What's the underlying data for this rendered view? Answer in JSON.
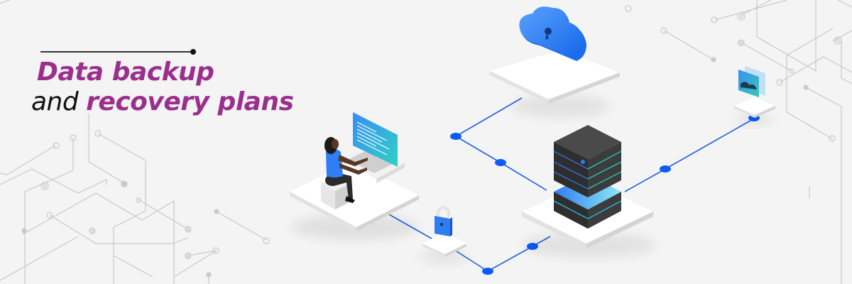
{
  "headline": {
    "line1": "Data backup",
    "line2_plain": "and ",
    "line2_accent": "recovery plans"
  },
  "colors": {
    "background": "#f4f4f4",
    "accent_purple": "#9b2f8e",
    "network_blue": "#1e63e0",
    "node_blue": "#0d5cf5",
    "server_dark": "#3a3a3a",
    "server_stripe": "#28c5c9",
    "circuit_gray": "#c8c8c8"
  },
  "illustration": {
    "elements": [
      {
        "name": "cloud-storage",
        "icon": "cloud-lock-icon"
      },
      {
        "name": "workstation",
        "icon": "person-at-computer"
      },
      {
        "name": "server-rack",
        "icon": "server-icon"
      },
      {
        "name": "padlock",
        "icon": "lock-icon"
      },
      {
        "name": "remote-monitor",
        "icon": "image-monitor-icon"
      }
    ]
  }
}
